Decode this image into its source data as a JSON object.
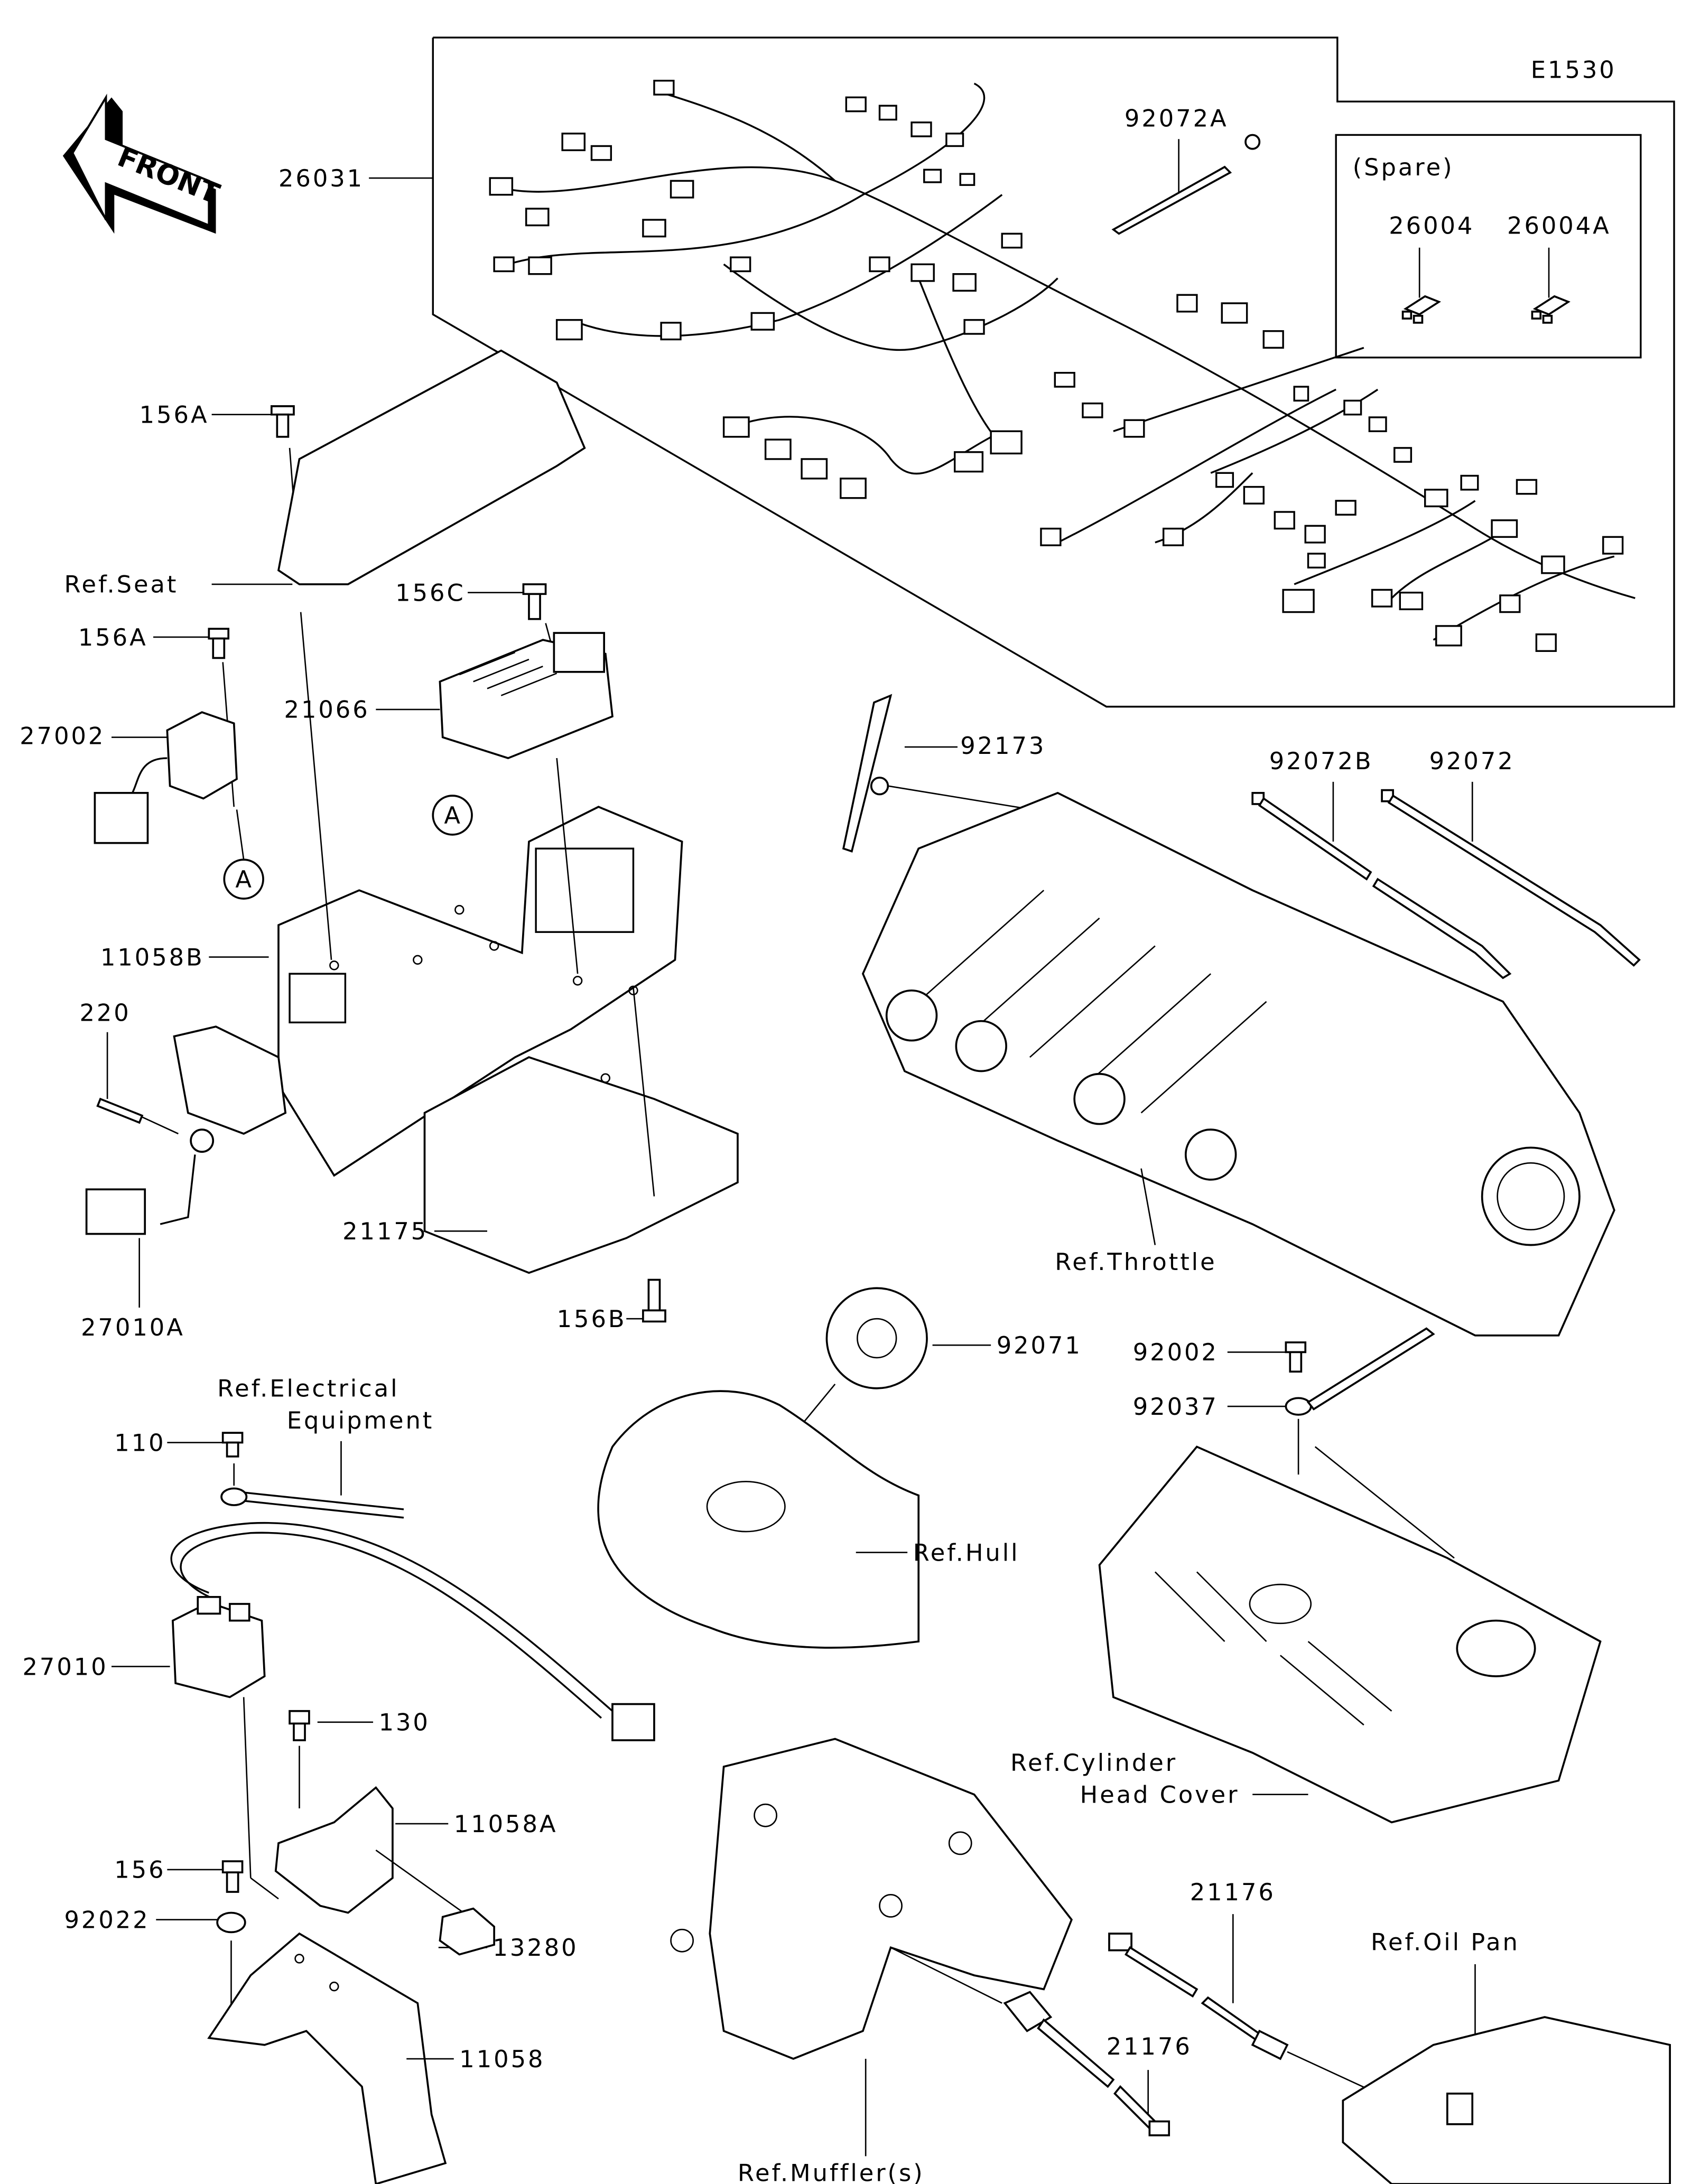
{
  "diagram": {
    "code": "E1530",
    "front_arrow": "FRONT",
    "spare_box_title": "(Spare)",
    "callouts": {
      "26031": "26031",
      "92072A": "92072A",
      "26004": "26004",
      "26004A": "26004A",
      "156A_top": "156A",
      "ref_seat": "Ref.Seat",
      "156A_mid": "156A",
      "156C": "156C",
      "21066": "21066",
      "27002": "27002",
      "circle_a_left": "A",
      "circle_a_mid": "A",
      "11058B": "11058B",
      "220": "220",
      "27010A": "27010A",
      "21175": "21175",
      "156B": "156B",
      "92173": "92173",
      "92072B": "92072B",
      "92072": "92072",
      "ref_throttle": "Ref.Throttle",
      "92071": "92071",
      "92002": "92002",
      "92037": "92037",
      "ref_electrical_1": "Ref.Electrical",
      "ref_electrical_2": "Equipment",
      "110": "110",
      "ref_hull": "Ref.Hull",
      "27010": "27010",
      "130": "130",
      "11058A": "11058A",
      "156": "156",
      "92022": "92022",
      "13280": "13280",
      "11058": "11058",
      "ref_cyl_1": "Ref.Cylinder",
      "ref_cyl_2": "Head Cover",
      "21176_upper": "21176",
      "ref_oil_pan": "Ref.Oil Pan",
      "21176_lower": "21176",
      "ref_muffler": "Ref.Muffler(s)"
    }
  }
}
